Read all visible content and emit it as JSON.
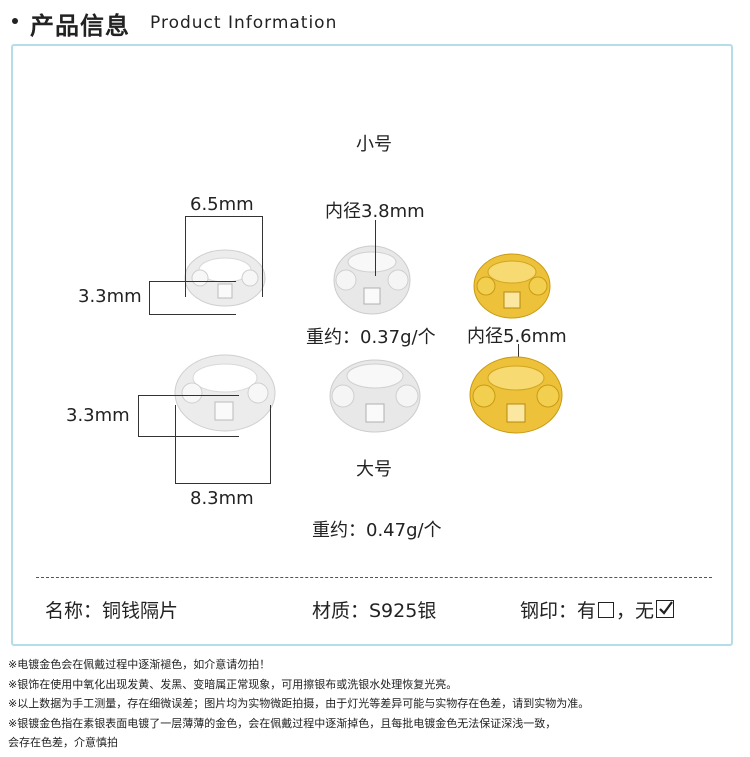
{
  "header": {
    "title_cn": "产品信息",
    "title_en": "Product Information"
  },
  "sizes": {
    "small": "小号",
    "large": "大号"
  },
  "dimensions": {
    "small_width": "6.5mm",
    "small_height": "3.3mm",
    "large_height": "3.3mm",
    "large_width": "8.3mm",
    "small_inner": "内径3.8mm",
    "large_inner": "内径5.6mm"
  },
  "weights": {
    "small": "重约：0.37g/个",
    "large": "重约：0.47g/个"
  },
  "info": {
    "name": "名称：铜钱隔片",
    "material": "材质：S925银",
    "stamp_label": "钢印：",
    "stamp_yes": "有",
    "stamp_sep": "，",
    "stamp_no": "无"
  },
  "notes": [
    "※电镀金色会在佩戴过程中逐渐褪色，如介意请勿拍！",
    "※银饰在使用中氧化出现发黄、发黑、变暗属正常现象，可用擦银布或洗银水处理恢复光亮。",
    "※以上数据为手工测量，存在细微误差；图片均为实物微距拍摄，由于灯光等差异可能与实物存在色差，请到实物为准。",
    "※银镀金色指在素银表面电镀了一层薄薄的金色，会在佩戴过程中逐渐掉色，且每批电镀金色无法保证深浅一致，",
    "会存在色差，介意慎拍"
  ],
  "colors": {
    "panel_border": "#b5dde8",
    "silver": "#e6e6e6",
    "gold": "#e9b928"
  }
}
